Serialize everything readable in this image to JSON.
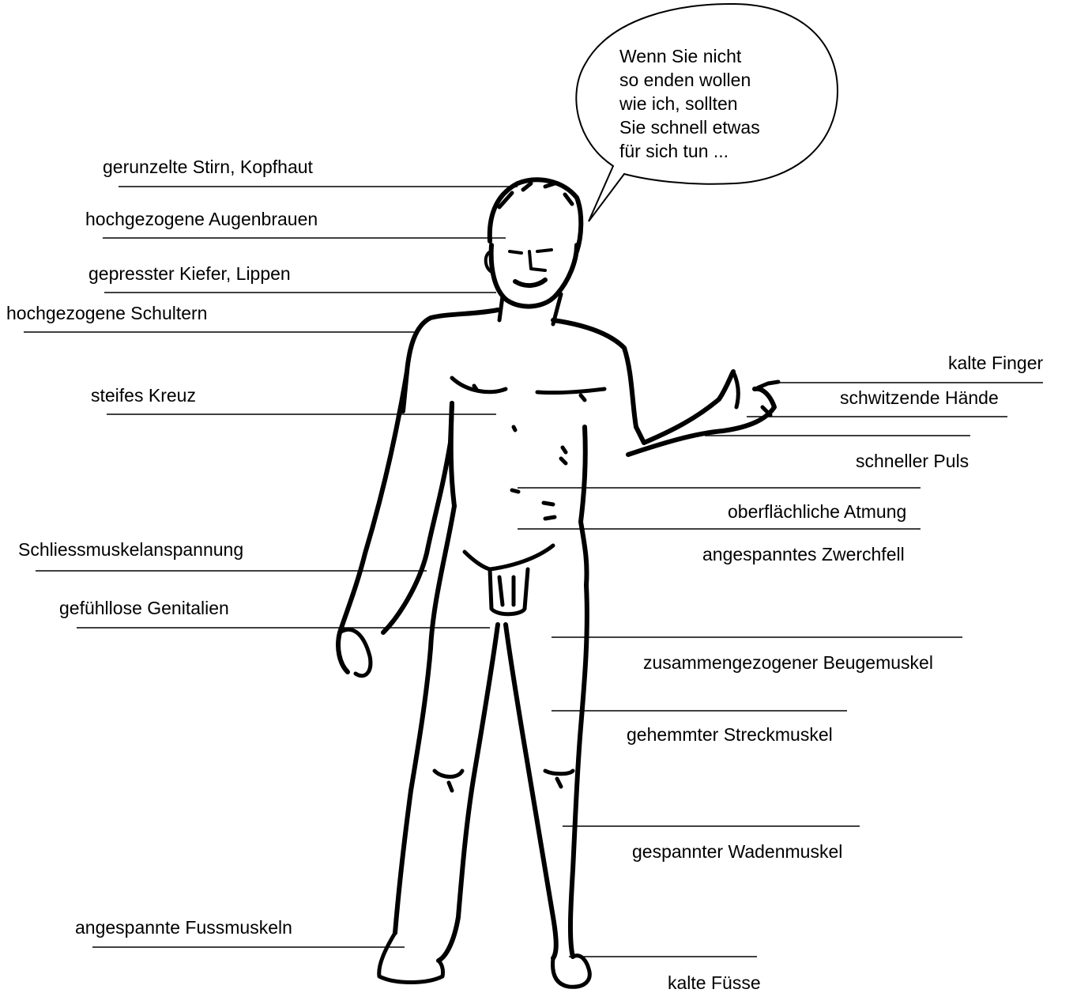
{
  "speech_bubble": {
    "lines": [
      "Wenn Sie nicht",
      "so enden wollen",
      "wie ich, sollten",
      "Sie schnell etwas",
      "für sich tun ..."
    ]
  },
  "labels": {
    "stirn": "gerunzelte Stirn, Kopfhaut",
    "augenbrauen": "hochgezogene Augenbrauen",
    "kiefer": "gepresster Kiefer, Lippen",
    "schultern": "hochgezogene Schultern",
    "kreuz": "steifes Kreuz",
    "schliessmuskel": "Schliessmuskelanspannung",
    "genitalien": "gefühllose Genitalien",
    "fussmuskeln": "angespannte Fussmuskeln",
    "finger": "kalte Finger",
    "haende": "schwitzende Hände",
    "puls": "schneller Puls",
    "atmung": "oberflächliche Atmung",
    "zwerchfell": "angespanntes Zwerchfell",
    "beugemuskel": "zusammengezogener Beugemuskel",
    "streckmuskel": "gehemmter Streckmuskel",
    "wadenmuskel": "gespannter Wadenmuskel",
    "fuesse": "kalte Füsse"
  }
}
